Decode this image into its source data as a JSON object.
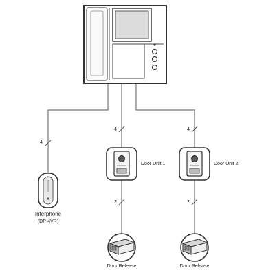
{
  "labels": {
    "interphone": "Interphone",
    "interphone_model": "(DP-4VR)",
    "door_unit_1": "Door Unit 1",
    "door_unit_2": "Door Unit 2",
    "door_release_1": "Door Release",
    "door_release_2": "Door Release"
  },
  "wire_counts": {
    "to_interphone": "4",
    "to_door_unit_1": "4",
    "to_door_unit_2": "4",
    "to_release_1": "2",
    "to_release_2": "2"
  },
  "colors": {
    "line": "#7a7a7a",
    "device_outline": "#333333",
    "screen": "#dcdcdc"
  }
}
